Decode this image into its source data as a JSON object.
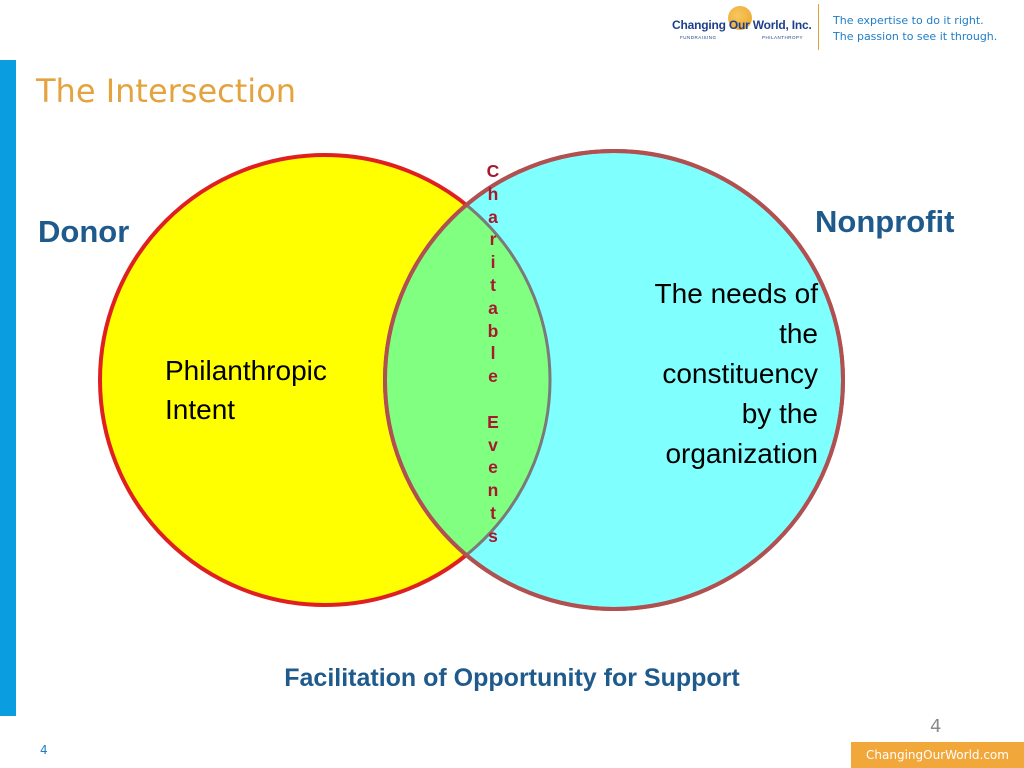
{
  "header": {
    "logo_text": "Changing Our World, Inc.",
    "logo_sub_left": "FUNDRAISING",
    "logo_sub_right": "PHILANTHROPY",
    "tagline_line1": "The expertise to do it right.",
    "tagline_line2": "The passion to see it through."
  },
  "slide": {
    "title": "The Intersection",
    "caption": "Facilitation of Opportunity for Support",
    "page_number_large": "4",
    "page_number_small": "4",
    "footer_link": "ChangingOurWorld.com"
  },
  "diagram": {
    "left_circle": {
      "label": "Donor",
      "text_line1": "Philanthropic",
      "text_line2": "Intent",
      "fill": "#ffff00",
      "stroke": "#e02020"
    },
    "right_circle": {
      "label": "Nonprofit",
      "text_line1": "The needs of",
      "text_line2": "the",
      "text_line3": "constituency",
      "text_line4": "by the",
      "text_line5": "organization",
      "fill": "#80ffff",
      "stroke": "#b05050"
    },
    "intersection": {
      "fill": "#80ff80",
      "letters": [
        "C",
        "h",
        "a",
        "r",
        "i",
        "t",
        "a",
        "b",
        "l",
        "e",
        "",
        "E",
        "v",
        "e",
        "n",
        "t",
        "s"
      ],
      "color": "#a6192e"
    }
  }
}
